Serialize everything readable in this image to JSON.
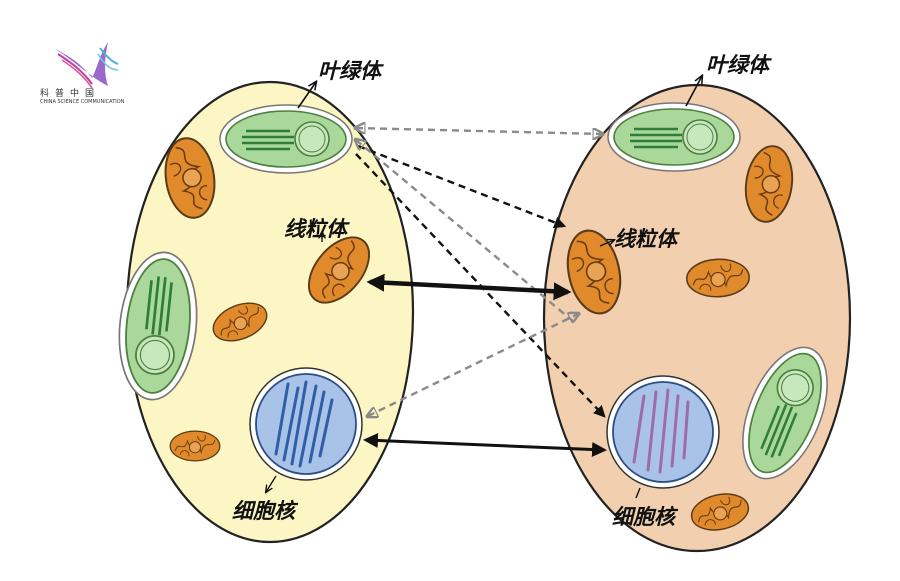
{
  "logo": {
    "chinese": "科普中国",
    "english": "CHINA SCIENCE COMMUNICATION"
  },
  "labels": {
    "chloroplast_left": "叶绿体",
    "chloroplast_right": "叶绿体",
    "mitochondrion_left": "线粒体",
    "mitochondrion_right": "线粒体",
    "nucleus_left": "细胞核",
    "nucleus_right": "细胞核"
  },
  "colors": {
    "plant_cell": "#fbf6c3",
    "animal_cell": "#f2cfae",
    "mitochondrion": "#e08a2c",
    "chloroplast": "#a9d89a",
    "chloroplast_stripe": "#2e7d3a",
    "nucleus": "#a9c2e8",
    "nucleus_chromatin_left": "#2f5fa6",
    "nucleus_chromatin_right": "#9e6aa8",
    "arrow_solid": "#111111",
    "arrow_gray": "#8a8a8a"
  }
}
